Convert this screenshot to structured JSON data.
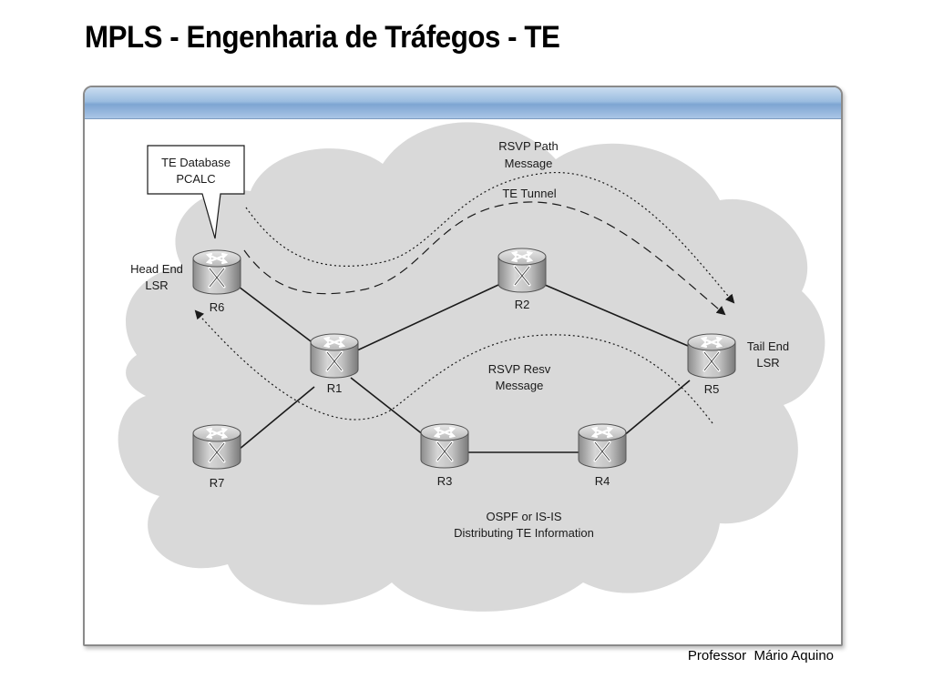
{
  "slide": {
    "title": "MPLS - Engenharia de Tráfegos - TE",
    "footer": "Professor  Mário Aquino"
  },
  "diagram": {
    "callout": {
      "line1": "TE Database",
      "line2": "PCALC"
    },
    "routers": {
      "r6": "R6",
      "r1": "R1",
      "r2": "R2",
      "r3": "R3",
      "r4": "R4",
      "r5": "R5",
      "r7": "R7"
    },
    "labels": {
      "head_end_1": "Head End",
      "head_end_2": "LSR",
      "tail_end_1": "Tail End",
      "tail_end_2": "LSR",
      "rsvp_path_1": "RSVP Path",
      "rsvp_path_2": "Message",
      "te_tunnel": "TE Tunnel",
      "rsvp_resv_1": "RSVP Resv",
      "rsvp_resv_2": "Message",
      "ospf_1": "OSPF or IS-IS",
      "ospf_2": "Distributing TE Information"
    },
    "links": [
      [
        "R6",
        "R1"
      ],
      [
        "R7",
        "R1"
      ],
      [
        "R1",
        "R2"
      ],
      [
        "R2",
        "R5"
      ],
      [
        "R1",
        "R3"
      ],
      [
        "R3",
        "R4"
      ],
      [
        "R4",
        "R5"
      ]
    ],
    "colors": {
      "cloud": "#d9d9d9",
      "router_body": "#b0b0b0",
      "header_blue": "#9cbde0"
    }
  }
}
